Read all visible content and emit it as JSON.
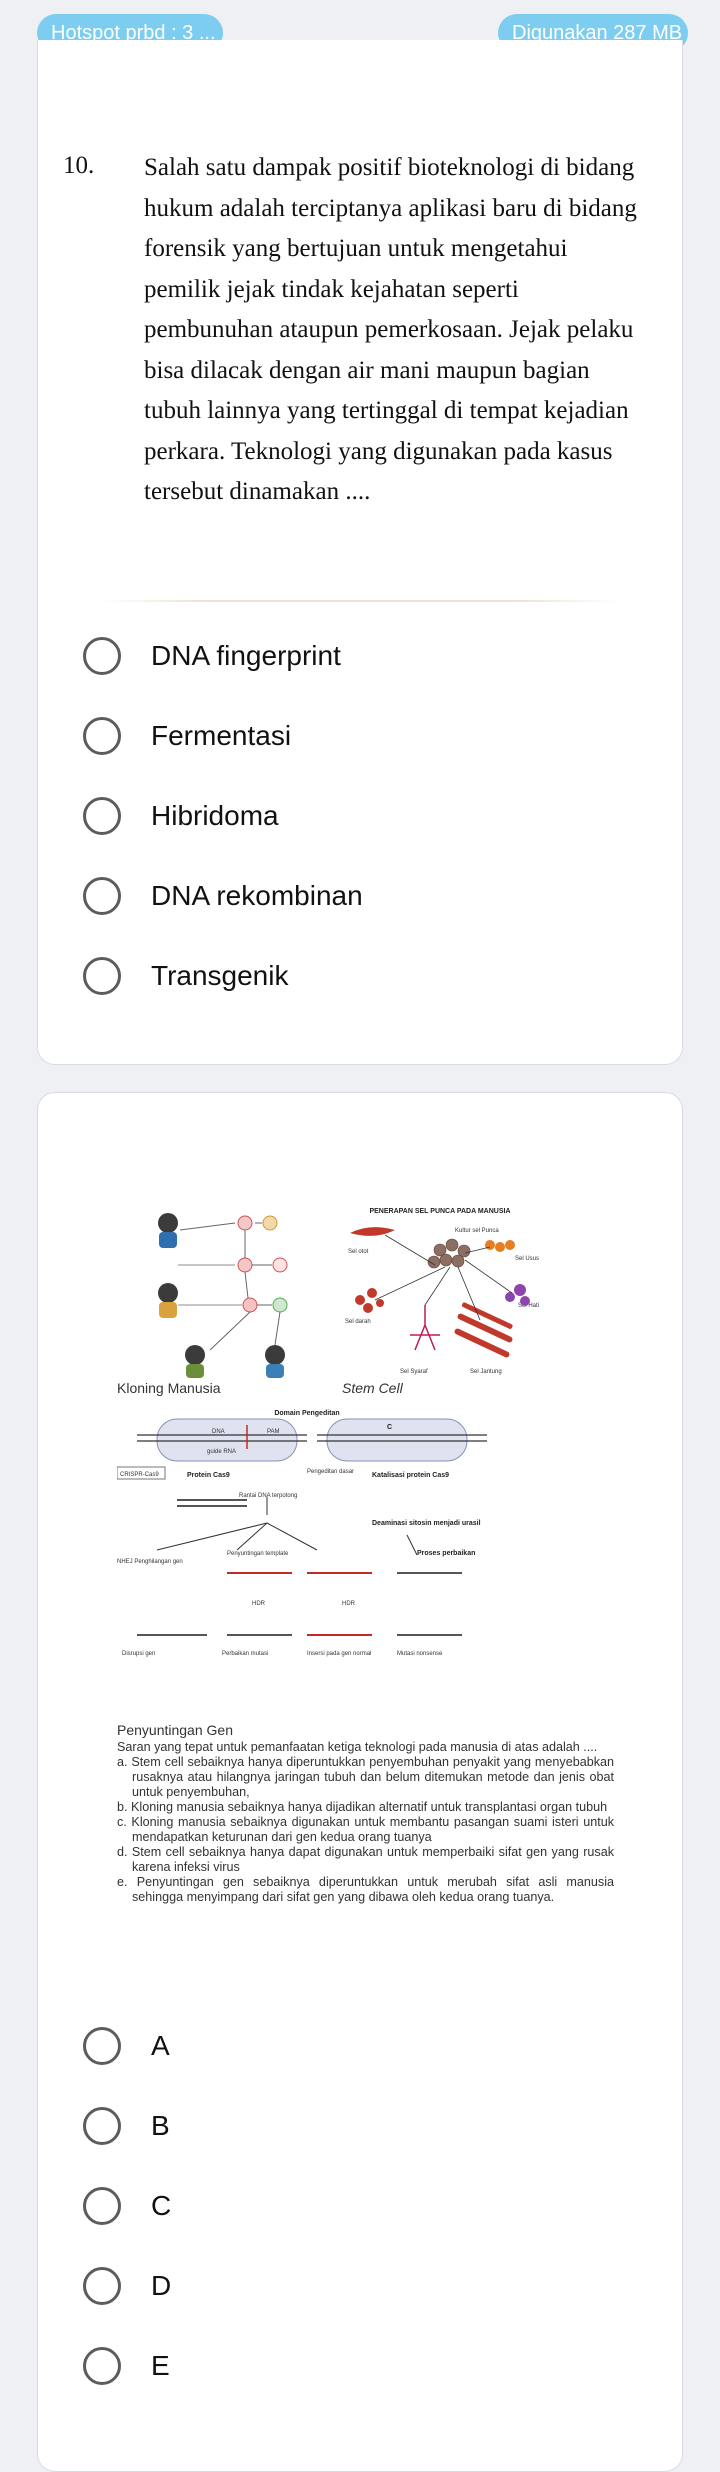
{
  "status": {
    "hotspot": "Hotspot prbd : 3 ...",
    "memory": "Digunakan 287 MB"
  },
  "question10": {
    "number": "10.",
    "text": "Salah satu dampak positif bioteknologi di bidang hukum adalah terciptanya aplikasi baru di bidang forensik yang bertujuan untuk mengetahui pemilik jejak tindak kejahatan seperti pembunuhan ataupun pemerkosaan. Jejak pelaku bisa dilacak dengan air mani maupun bagian tubuh lainnya yang tertinggal di tempat kejadian perkara. Teknologi yang digunakan pada kasus tersebut dinamakan ....",
    "options": [
      "DNA fingerprint",
      "Fermentasi",
      "Hibridoma",
      "DNA rekombinan",
      "Transgenik"
    ]
  },
  "question11": {
    "figure": {
      "caption_cloning": "Kloning Manusia",
      "caption_stemcell": "Stem Cell",
      "caption_gene": "Penyuntingan Gen",
      "stemcell_title": "PENERAPAN SEL PUNCA PADA MANUSIA",
      "stemcell_labels": [
        "Kultur sel Punca",
        "Sel otot",
        "Sel Usus",
        "Sel Hati",
        "Sel darah",
        "Sel Syaraf",
        "Sel Jantung"
      ],
      "crispr_title": "Domain Pengeditan",
      "crispr_labels": [
        "DNA",
        "PAM",
        "guide RNA",
        "CRISPR-Cas9",
        "Protein Cas9",
        "Rantai DNA terpotong",
        "Pengeditan dasar",
        "Katalisasi protein Cas9",
        "Deaminasi sitosin menjadi urasil",
        "NHEJ Penghilangan gen",
        "Penyuntingan template",
        "Proses perbaikan",
        "HDR",
        "Disrupsi gen",
        "Perbaikan mutasi",
        "Insersi pada gen normal",
        "Mutasi nonsense"
      ]
    },
    "stem_intro": "Saran yang tepat untuk pemanfaatan ketiga teknologi pada manusia di atas adalah ....",
    "choices": [
      {
        "letter": "a.",
        "text": "Stem cell sebaiknya hanya diperuntukkan penyembuhan penyakit yang menyebabkan rusaknya atau hilangnya jaringan tubuh dan belum ditemukan metode dan jenis obat untuk penyembuhan,"
      },
      {
        "letter": "b.",
        "text": "Kloning manusia sebaiknya hanya dijadikan alternatif untuk transplantasi organ tubuh"
      },
      {
        "letter": "c.",
        "text": "Kloning manusia sebaiknya digunakan untuk membantu pasangan suami isteri untuk mendapatkan keturunan dari gen kedua orang tuanya"
      },
      {
        "letter": "d.",
        "text": "Stem cell sebaiknya hanya dapat digunakan untuk memperbaiki sifat gen yang rusak karena infeksi virus"
      },
      {
        "letter": "e.",
        "text": "Penyuntingan gen sebaiknya diperuntukkan untuk merubah sifat asli manusia sehingga menyimpang dari sifat gen yang dibawa oleh kedua orang tuanya."
      }
    ],
    "options": [
      "A",
      "B",
      "C",
      "D",
      "E"
    ]
  },
  "colors": {
    "pill": "#7dcdf0",
    "background": "#eef0f4",
    "card": "#ffffff",
    "radio_border": "#5c5c5c"
  }
}
